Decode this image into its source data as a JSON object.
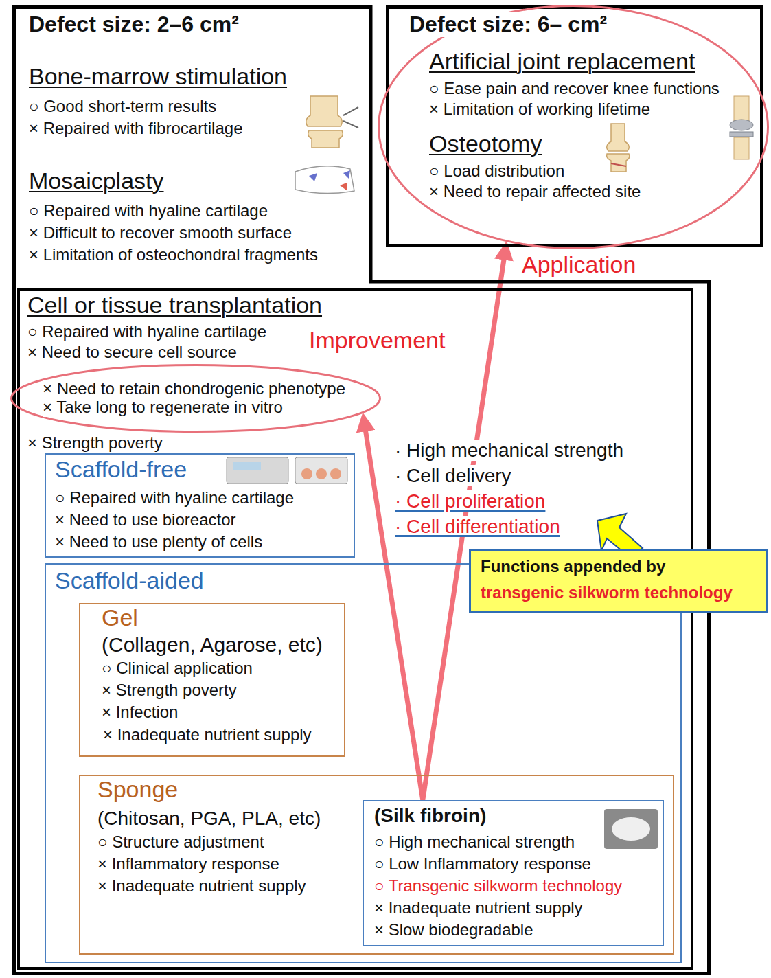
{
  "diagram": {
    "nodes": [
      {
        "text": [
          "Defect size: 2–6 cm²",
          "Bone-marrow stimulation",
          "○ Good short-term results",
          "× Repaired with fibrocartilage",
          "Mosaicplasty",
          "○ Repaired with hyaline cartilage",
          "× Difficult to recover smooth surface",
          "× Limitation of osteochondral fragments"
        ]
      },
      {
        "text": [
          "Defect size: 6– cm²"
        ]
      },
      {
        "text": [
          "Artificial joint replacement",
          "○ Ease pain and recover knee functions",
          "× Limitation of working lifetime",
          "Osteotomy",
          "○ Load distribution",
          "× Need to repair affected site"
        ],
        "in": 1
      },
      {
        "text": [
          "Cell or tissue transplantation",
          "○ Repaired with hyaline cartilage",
          "× Need to secure cell source",
          "× Strength poverty",
          "· High mechanical strength",
          "· Cell delivery",
          "· Cell proliferation",
          "· Cell differentiation"
        ],
        "in": 0
      },
      {
        "text": [
          "× Need to retain chondrogenic phenotype",
          "× Take long to regenerate in vitro"
        ],
        "in": 3
      },
      {
        "text": [
          "Scaffold-free",
          "○ Repaired with hyaline cartilage",
          "× Need to use bioreactor",
          "× Need to use plenty of cells"
        ],
        "in": 3
      },
      {
        "text": [
          "Functions appended by",
          "transgenic silkworm technology"
        ]
      },
      {
        "text": [
          "Scaffold-aided"
        ],
        "in": 3
      },
      {
        "text": [
          "Gel",
          "(Collagen, Agarose, etc)",
          "○ Clinical application",
          "× Strength poverty",
          "× Infection",
          "× Inadequate nutrient supply"
        ],
        "in": 7
      },
      {
        "text": [
          "Sponge",
          "(Chitosan, PGA, PLA, etc)",
          "○ Structure adjustment",
          "× Inflammatory response",
          "× Inadequate nutrient supply"
        ],
        "in": 7
      },
      {
        "text": [
          "(Silk fibroin)",
          "○ High mechanical strength",
          "○ Low Inflammatory response",
          "○ Transgenic silkworm technology",
          "× Inadequate nutrient supply",
          "× Slow biodegradable"
        ],
        "in": 9
      }
    ],
    "edges": [
      {
        "from": 10,
        "to": 4,
        "arrow": "to",
        "label": "Improvement"
      },
      {
        "from": 10,
        "to": 2,
        "arrow": "to",
        "label": "Application"
      }
    ]
  }
}
